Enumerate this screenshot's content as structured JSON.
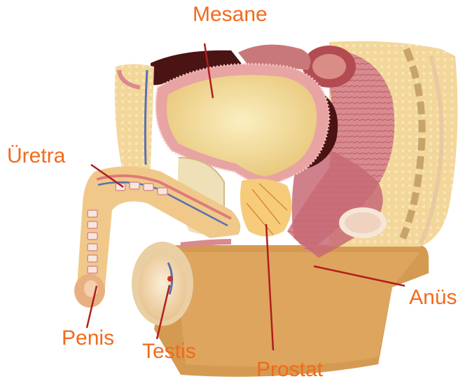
{
  "labels": {
    "mesane": "Mesane",
    "uretra": "Üretra",
    "penis": "Penis",
    "testis": "Testis",
    "prostat": "Prostat",
    "anus": "Anüs"
  },
  "colors": {
    "label": "#f26a1b",
    "leader_line": "#b01e1e",
    "base": "#d9a15c",
    "tissue": "#f0c98a",
    "bladder": "#f2dc8c",
    "wall": "#e8a3a3",
    "muscle": "#c96f78",
    "dark": "#4a1a1a"
  }
}
